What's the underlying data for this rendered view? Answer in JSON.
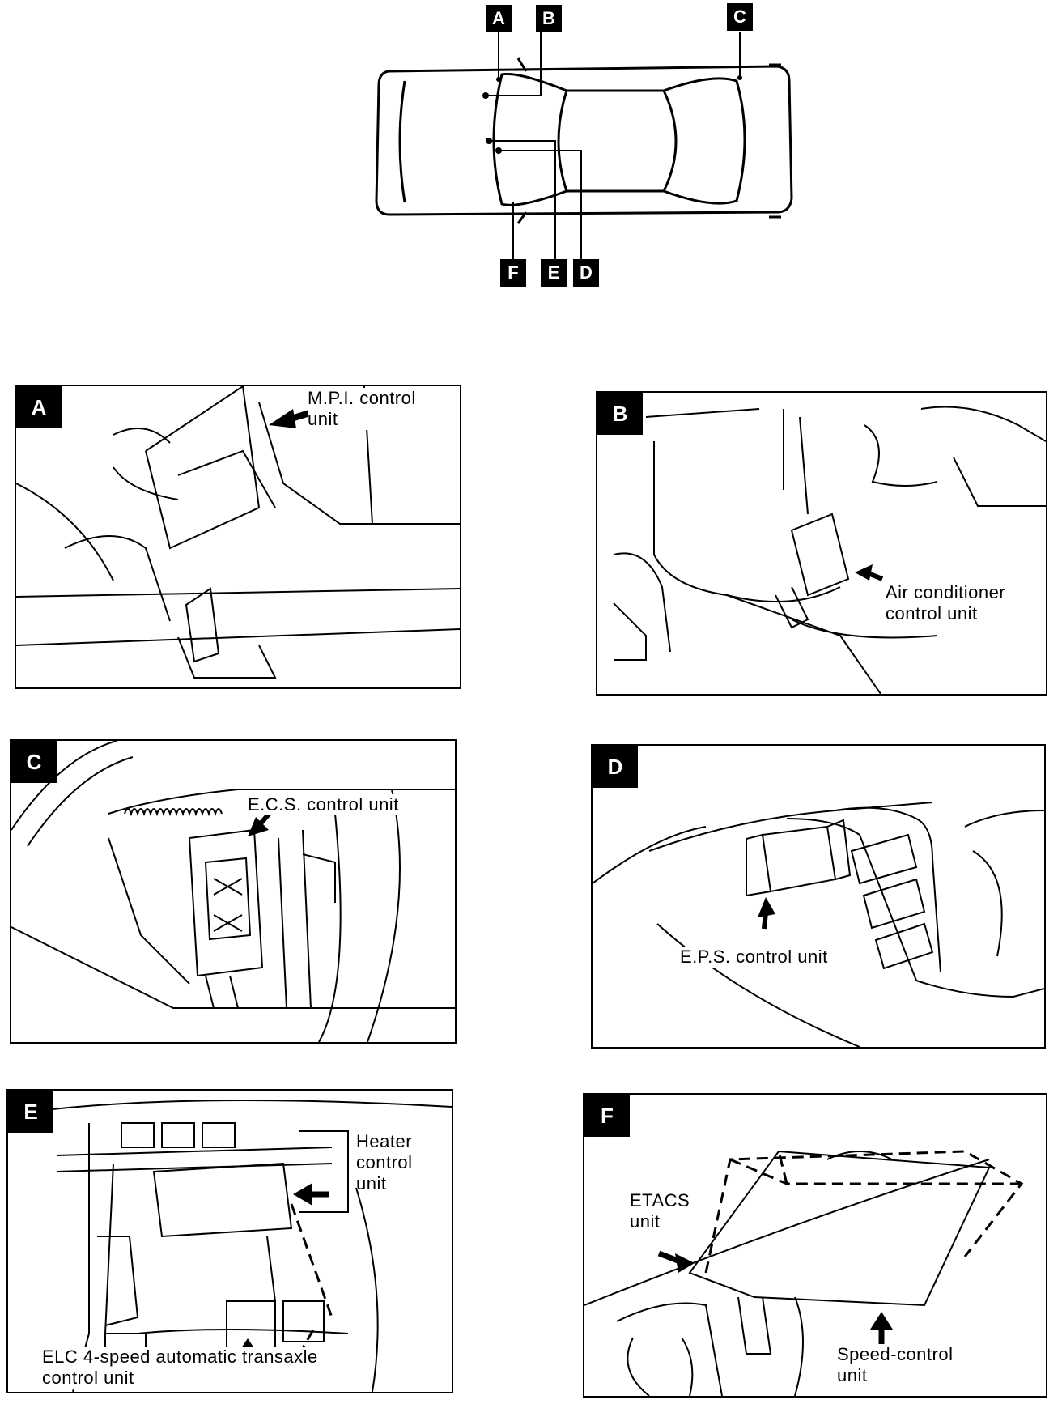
{
  "overview": {
    "location_keys": [
      "A",
      "B",
      "C",
      "D",
      "E",
      "F"
    ]
  },
  "panels": [
    {
      "letter": "A",
      "callouts": [
        {
          "lines": [
            "M.P.I. control",
            "unit"
          ]
        }
      ]
    },
    {
      "letter": "B",
      "callouts": [
        {
          "lines": [
            "Air conditioner",
            "control unit"
          ]
        }
      ]
    },
    {
      "letter": "C",
      "callouts": [
        {
          "lines": [
            "E.C.S. control unit"
          ]
        }
      ]
    },
    {
      "letter": "D",
      "callouts": [
        {
          "lines": [
            "E.P.S. control unit"
          ]
        }
      ]
    },
    {
      "letter": "E",
      "callouts": [
        {
          "lines": [
            "Heater",
            "control",
            "unit"
          ]
        },
        {
          "lines": [
            "ELC 4-speed automatic transaxle",
            "control unit"
          ]
        }
      ]
    },
    {
      "letter": "F",
      "callouts": [
        {
          "lines": [
            "ETACS",
            "unit"
          ]
        },
        {
          "lines": [
            "Speed-control",
            "unit"
          ]
        }
      ]
    }
  ]
}
